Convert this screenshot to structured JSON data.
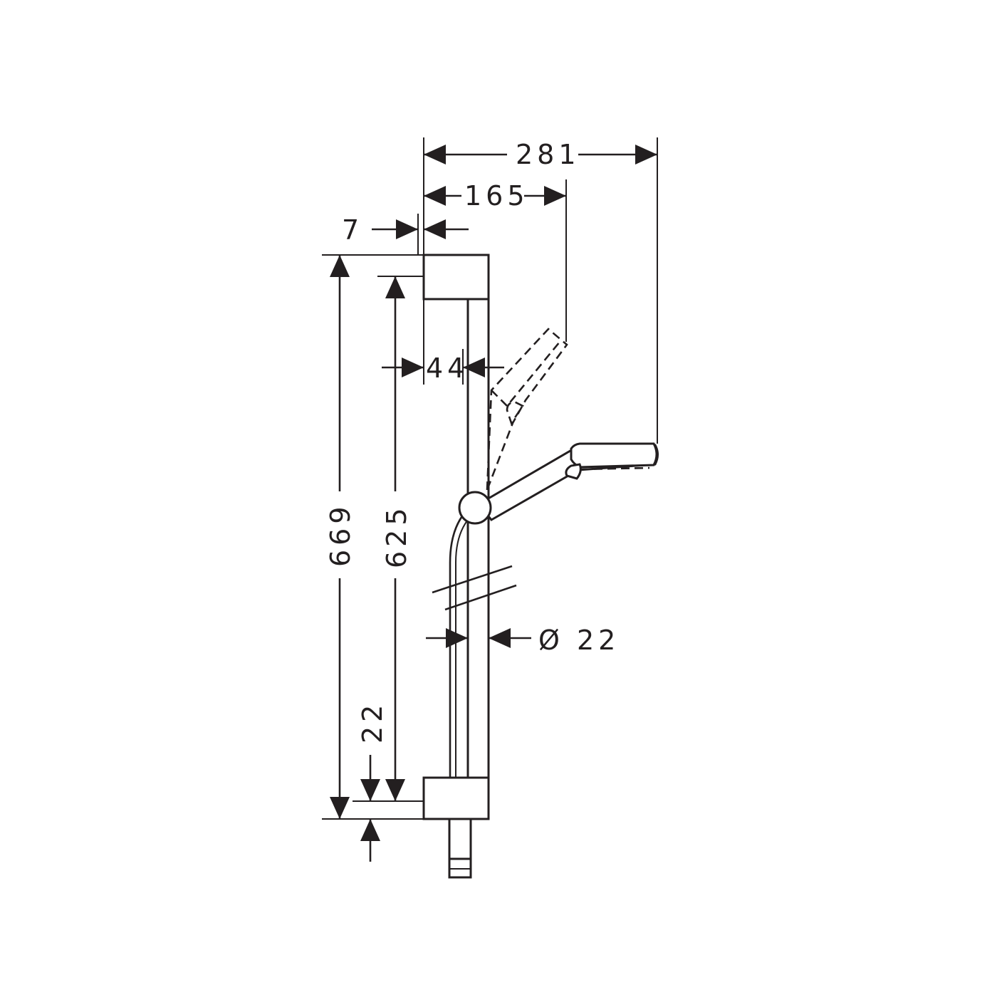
{
  "dimensions": {
    "overall_width": "281",
    "handshower_reach": "165",
    "wall_offset": "7",
    "rail_clearance": "44",
    "overall_height": "669",
    "bracket_spacing": "625",
    "bracket_height": "22",
    "rail_diameter": "Ø 22"
  }
}
